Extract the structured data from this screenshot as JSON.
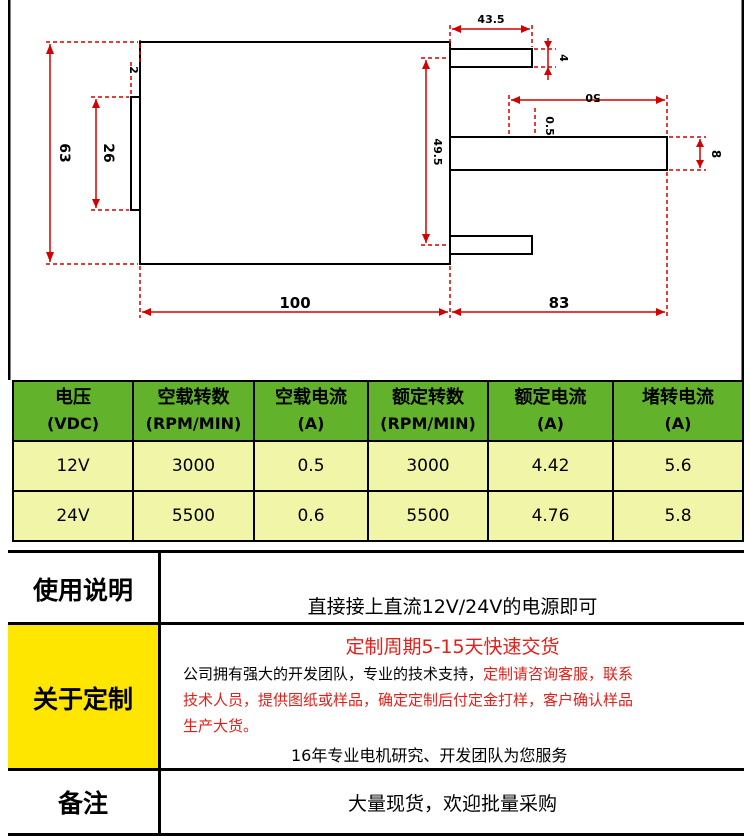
{
  "drawing": {
    "dims": {
      "d_43_5": "43.5",
      "d_4": "4",
      "d_2": "2",
      "d_50": "50",
      "d_0_5": "0.5",
      "d_8": "8",
      "d_63": "63",
      "d_26": "26",
      "d_49_5": "49.5",
      "d_100": "100",
      "d_83": "83"
    }
  },
  "spec_table": {
    "headers": [
      {
        "line1": "电压",
        "line2": "(VDC)"
      },
      {
        "line1": "空载转数",
        "line2": "(RPM/MIN)"
      },
      {
        "line1": "空载电流",
        "line2": "(A)"
      },
      {
        "line1": "额定转数",
        "line2": "(RPM/MIN)"
      },
      {
        "line1": "额定电流",
        "line2": "(A)"
      },
      {
        "line1": "堵转电流",
        "line2": "(A)"
      }
    ],
    "rows": [
      [
        "12V",
        "3000",
        "0.5",
        "3000",
        "4.42",
        "5.6"
      ],
      [
        "24V",
        "5500",
        "0.6",
        "5500",
        "4.76",
        "5.8"
      ]
    ]
  },
  "notes": {
    "usage": {
      "label": "使用说明",
      "text": "直接接上直流12V/24V的电源即可"
    },
    "custom": {
      "label": "关于定制",
      "title": "定制周期5-15天快速交货",
      "body_black_1": "公司拥有强大的开发团队，专业的技术支持，",
      "body_red_1": "定制请咨询客服，联系",
      "body_red_2": "技术人员，提供图纸或样品，确定定制后付定金打样，客户确认样品",
      "body_red_3": "生产大货。",
      "footer": "16年专业电机研究、开发团队为您服务"
    },
    "remark": {
      "label": "备注",
      "text": "大量现货，欢迎批量采购"
    }
  },
  "colors": {
    "header_green": "#62b22c",
    "row_yellow": "#f0f5a8",
    "highlight_yellow": "#ffe600",
    "dimension_red": "#d40000"
  }
}
